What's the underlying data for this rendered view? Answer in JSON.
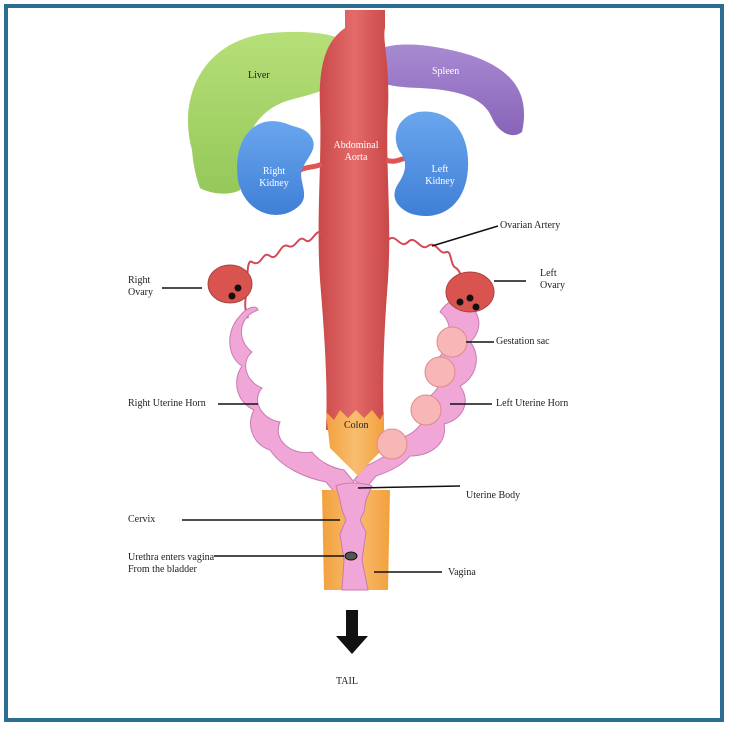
{
  "labels": {
    "liver": "Liver",
    "spleen": "Spleen",
    "aorta_line1": "Abdominal",
    "aorta_line2": "Aorta",
    "right_kidney_line1": "Right",
    "right_kidney_line2": "Kidney",
    "left_kidney_line1": "Left",
    "left_kidney_line2": "Kidney",
    "ovarian_artery": "Ovarian Artery",
    "right_ovary_line1": "Right",
    "right_ovary_line2": "Ovary",
    "left_ovary_line1": "Left",
    "left_ovary_line2": "Ovary",
    "gestation_sac": "Gestation sac",
    "right_uterine_horn": "Right Uterine Horn",
    "left_uterine_horn": "Left Uterine Horn",
    "colon": "Colon",
    "uterine_body": "Uterine Body",
    "cervix": "Cervix",
    "urethra_line1": "Urethra enters vagina",
    "urethra_line2": "From the bladder",
    "vagina": "Vagina",
    "tail": "TAIL"
  },
  "colors": {
    "frame": "#2c6e8f",
    "liver": "#a9d766",
    "spleen": "#9b79c7",
    "kidney": "#4f8fe0",
    "aorta": "#d95a5a",
    "ovary": "#d9534f",
    "uterus": "#f0a6d6",
    "gestation_sac": "#f7b7b7",
    "colon": "#f5a94a"
  }
}
